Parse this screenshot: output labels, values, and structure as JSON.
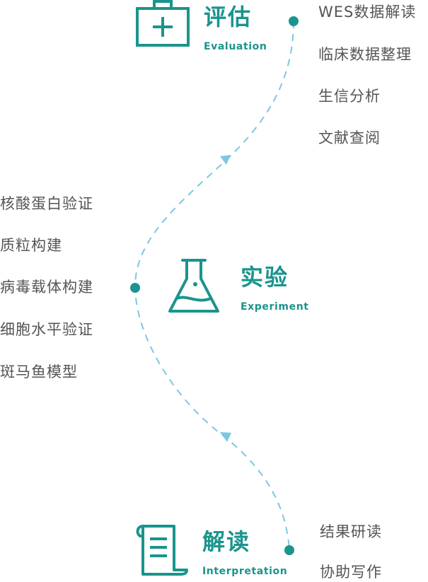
{
  "evaluation": {
    "title": "评估",
    "subtitle": "Evaluation",
    "icon": "medical-kit-icon",
    "items": [
      "WES数据解读",
      "临床数据整理",
      "生信分析",
      "文献查阅"
    ]
  },
  "experiment": {
    "title": "实验",
    "subtitle": "Experiment",
    "icon": "flask-icon",
    "items": [
      "核酸蛋白验证",
      "质粒构建",
      "病毒载体构建",
      "细胞水平验证",
      "斑马鱼模型"
    ]
  },
  "interpretation": {
    "title": "解读",
    "subtitle": "Interpretation",
    "icon": "scroll-document-icon",
    "items": [
      "结果研读",
      "协助写作"
    ]
  },
  "colors": {
    "accent": "#1a948c",
    "path": "#7cc8e0",
    "text": "#555555"
  }
}
